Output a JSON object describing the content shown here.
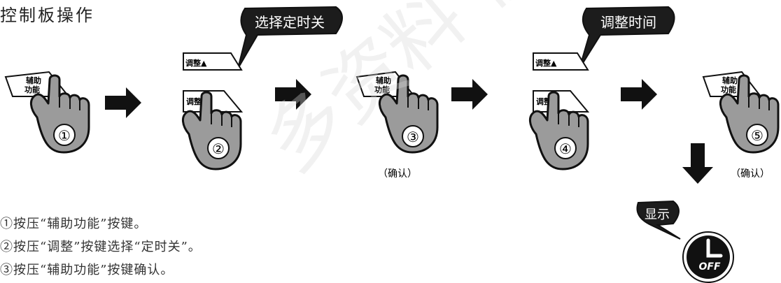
{
  "title": "控制板操作",
  "callouts": {
    "select_timer_off": "选择定时关",
    "adjust_time": "调整时间",
    "display": "显示"
  },
  "buttons": {
    "aux_function_line1": "辅助",
    "aux_function_line2": "功能",
    "adjust_up": "调整▲",
    "adjust_down": "调整▼"
  },
  "step_numbers": [
    "①",
    "②",
    "③",
    "④",
    "⑤"
  ],
  "confirm_label": "（确认）",
  "off_icon_text": "OFF",
  "instructions": [
    "①按压“辅助功能”按键。",
    "②按压“调整”按键选择“定时关”。",
    "③按压“辅助功能”按键确认。"
  ],
  "watermark": "多资料 微信"
}
